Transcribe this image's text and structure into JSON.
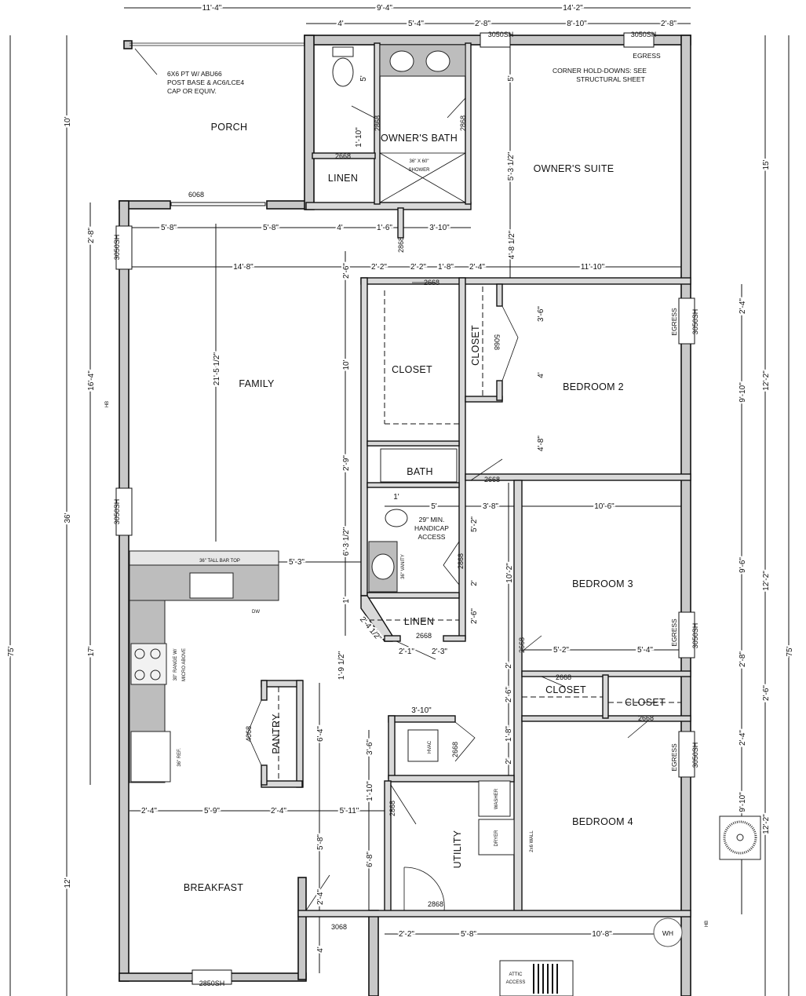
{
  "rooms": {
    "porch": "PORCH",
    "owners_bath": "OWNER'S BATH",
    "linen_1": "LINEN",
    "owners_suite": "OWNER'S SUITE",
    "family": "FAMILY",
    "closet_1": "CLOSET",
    "closet_2": "CLOSET",
    "bedroom_2": "BEDROOM 2",
    "bath": "BATH",
    "linen_2": "LINEN",
    "bedroom_3": "BEDROOM 3",
    "closet_3": "CLOSET",
    "closet_4": "CLOSET",
    "pantry": "PANTRY",
    "utility": "UTILITY",
    "bedroom_4": "BEDROOM 4",
    "breakfast": "BREAKFAST"
  },
  "notes": {
    "post_1": "6X6 PT W/ ABU66",
    "post_2": "POST BASE & AC6/LCE4",
    "post_3": "CAP OR EQUIV.",
    "holddown_1": "CORNER HOLD-DOWNS: SEE",
    "holddown_2": "STRUCTURAL SHEET",
    "egress": "EGRESS",
    "shower_1": "36\" X 60\"",
    "shower_2": "SHOWER",
    "handicap_1": "29\" MIN.",
    "handicap_2": "HANDICAP",
    "handicap_3": "ACCESS",
    "vanity": "36\" VANITY",
    "bar_top": "36\" TALL BAR TOP",
    "dw": "DW",
    "range_1": "30\" RANGE W/",
    "range_2": "MICRO ABOVE",
    "ref": "36\" REF.",
    "hvac": "HVAC",
    "washer": "WASHER",
    "dryer": "DRYER",
    "wall_2x6": "2x6 WALL",
    "wh": "WH",
    "attic_1": "ATTIC",
    "attic_2": "ACCESS",
    "hb": "HB"
  },
  "door_tags": [
    "3050SH",
    "3050SH",
    "6068",
    "3050SH",
    "3050SH",
    "2868",
    "2668",
    "2668",
    "2868",
    "2868",
    "5068",
    "2668",
    "2868",
    "2668",
    "3050SH",
    "3050SH",
    "3050SH",
    "2668",
    "2668",
    "2668",
    "4068",
    "2668",
    "2868",
    "2868",
    "3068",
    "2850SH"
  ],
  "dimensions": {
    "top": [
      "11'-4\"",
      "9'-4\"",
      "14'-2\""
    ],
    "top2": [
      "4'",
      "5'-4\"",
      "2'-8\"",
      "8'-10\"",
      "2'-8\""
    ],
    "row_a": [
      "5'-8\"",
      "5'-8\"",
      "4'",
      "1'-6\"",
      "3'-10\""
    ],
    "row_b": [
      "14'-8\"",
      "2'-2\"",
      "2'-2\"",
      "1'-8\"",
      "2'-4\"",
      "11'-10\""
    ],
    "interior_v": [
      "5'",
      "5'",
      "1'-10\"",
      "5'-3 1/2\"",
      "4'-8 1/2\"",
      "2'-6\"",
      "10'",
      "2'-9\"",
      "6'-3 1/2\"",
      "1'",
      "1'-9 1/2\"",
      "21'-5 1/2\"",
      "3'-6\"",
      "4'",
      "4'-8\""
    ],
    "bath_area": [
      "5'-3\"",
      "1'",
      "5'",
      "3'-8\"",
      "5'-2\"",
      "2'",
      "2'-6\"",
      "2'-4 1/2\"",
      "2'-1\"",
      "2'-3\"",
      "10'-2\"",
      "10'-6\"",
      "5'-2\"",
      "5'-4\"",
      "2'",
      "2'-6\"",
      "1'-8\"",
      "2'"
    ],
    "hvac_area": [
      "3'-10\"",
      "3'-6\"",
      "1'-10\"",
      "6'-4\""
    ],
    "row_c": [
      "2'-4\"",
      "5'-9\"",
      "2'-4\"",
      "5'-11\""
    ],
    "breakfast_v": [
      "5'-8\"",
      "6'-8\"",
      "2'-4\"",
      "4'"
    ],
    "row_d": [
      "2'-2\"",
      "5'-8\"",
      "10'-8\""
    ],
    "right": [
      "15'",
      "2'-4\"",
      "9'-10\"",
      "12'-2\"",
      "9'-6\"",
      "12'-2\"",
      "2'-8\"",
      "2'-6\"",
      "2'-4\"",
      "9'-10\"",
      "12'-2\"",
      "75'"
    ],
    "left": [
      "10'",
      "2'-8\"",
      "16'-4\"",
      "36'",
      "17'",
      "12'",
      "75'"
    ]
  },
  "colors": {
    "wall_fill": "#c8c8c8",
    "line": "#111111",
    "background": "#ffffff"
  }
}
